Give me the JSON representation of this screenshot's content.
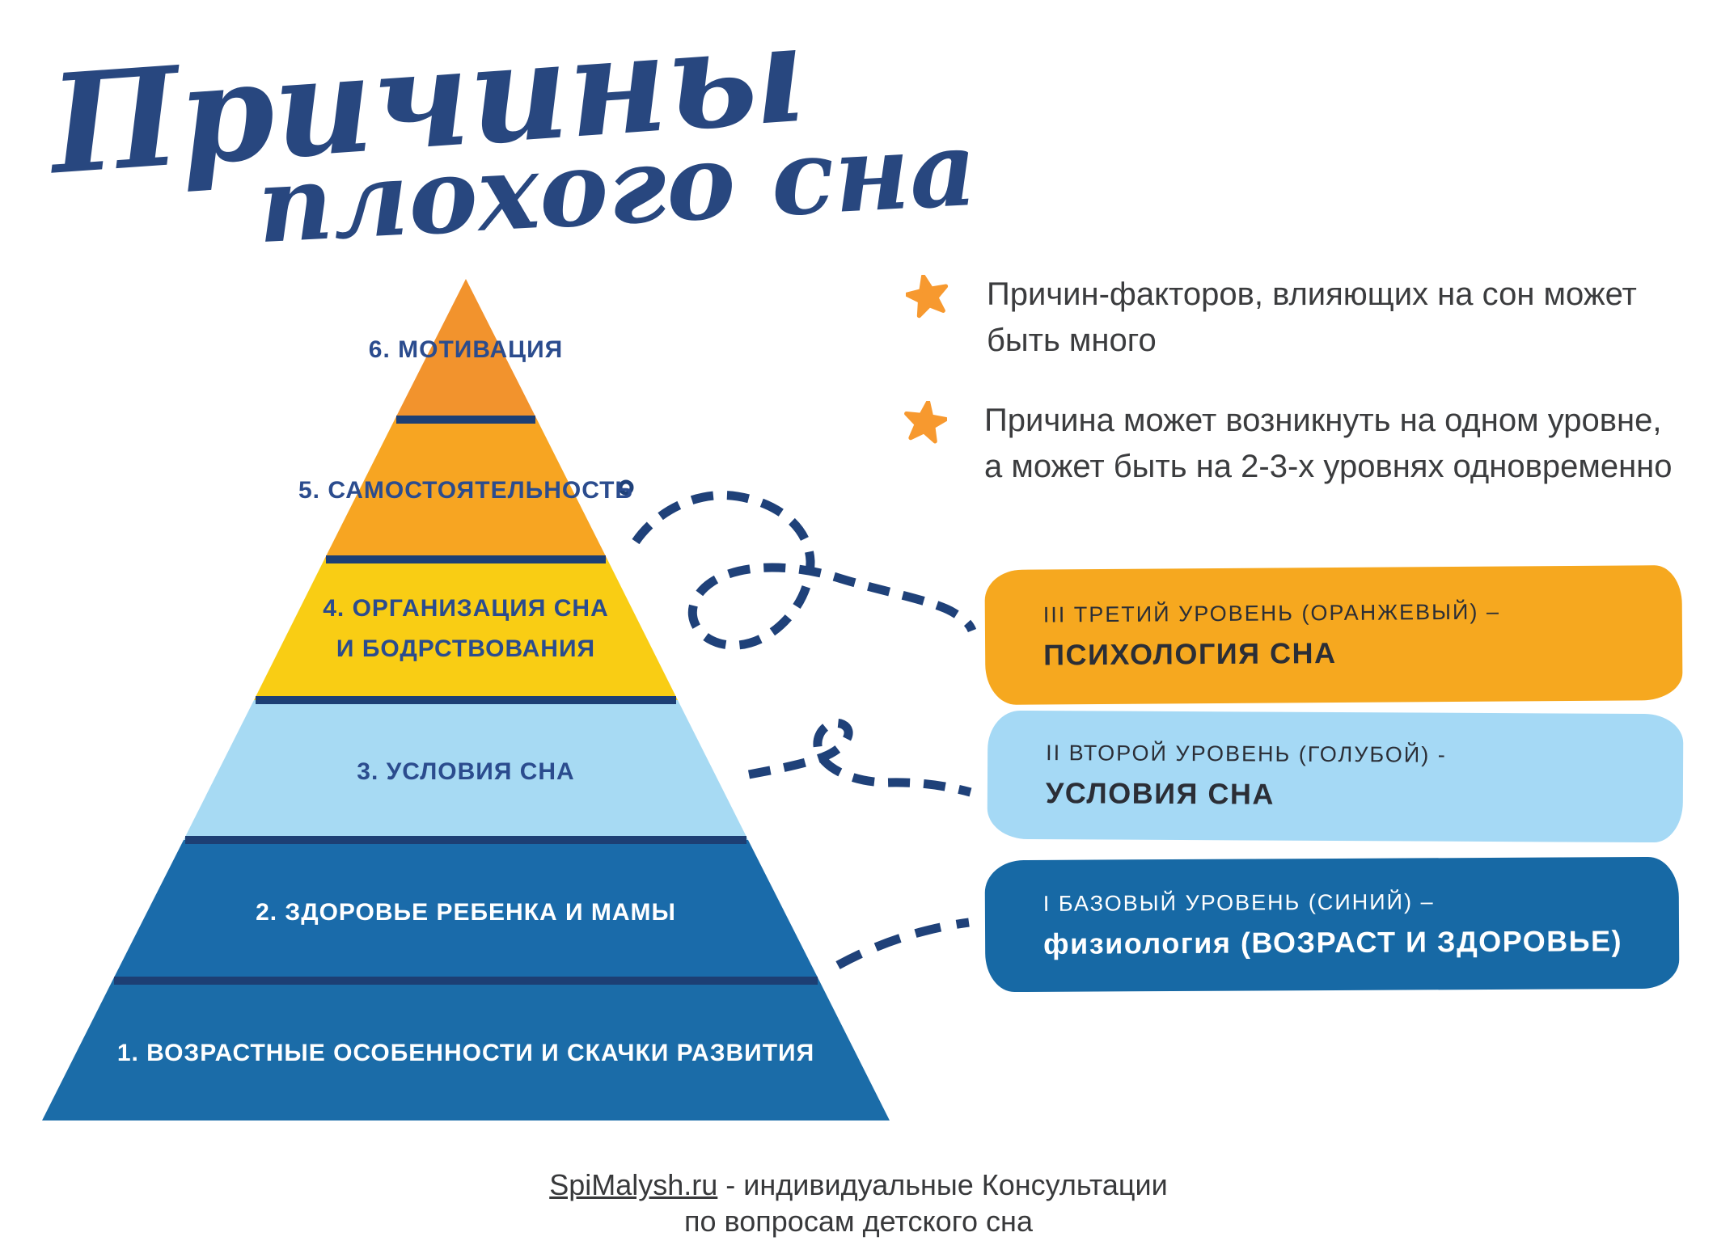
{
  "title": {
    "line1": "Причины",
    "line2": "плохого сна"
  },
  "pyramid": {
    "divider_color": "#1d3f74",
    "levels": [
      {
        "id": "6",
        "color": "#F2932D",
        "text_color": "#2b4c8e",
        "lines": [
          "6. МОТИВАЦИЯ"
        ]
      },
      {
        "id": "5",
        "color": "#F7A522",
        "text_color": "#2b4c8e",
        "lines": [
          "5. САМОСТОЯТЕЛЬНОСТЬ"
        ]
      },
      {
        "id": "4",
        "color": "#F9CD14",
        "text_color": "#2b4c8e",
        "lines": [
          "4. ОРГАНИЗАЦИЯ СНА",
          "И БОДРСТВОВАНИЯ"
        ]
      },
      {
        "id": "3",
        "color": "#A7DAF3",
        "text_color": "#2b4c8e",
        "lines": [
          "3. УСЛОВИЯ СНА"
        ]
      },
      {
        "id": "2",
        "color": "#1A6BAA",
        "text_color": "#ffffff",
        "lines": [
          "2. ЗДОРОВЬЕ РЕБЕНКА И МАМЫ"
        ]
      },
      {
        "id": "1",
        "color": "#1B6CA8",
        "text_color": "#ffffff",
        "lines": [
          "1. ВОЗРАСТНЫЕ ОСОБЕННОСТИ И СКАЧКИ РАЗВИТИЯ"
        ]
      }
    ]
  },
  "notes": [
    {
      "icon": "star-icon",
      "lines": [
        "Причин-факторов, влияющих на сон может",
        "быть много"
      ]
    },
    {
      "icon": "star-icon",
      "lines": [
        "Причина может возникнуть на одном уровне,",
        "а может быть на 2-3-х уровнях одновременно"
      ]
    }
  ],
  "legend": [
    {
      "level_label": "III ТРЕТИЙ УРОВЕНЬ (ОРАНЖЕВЫЙ) –",
      "title": "ПСИХОЛОГИЯ СНА",
      "color": "#F6A81F",
      "text_color": "#2b2e36"
    },
    {
      "level_label": "II ВТОРОЙ УРОВЕНЬ (ГОЛУБОЙ) -",
      "title": "УСЛОВИЯ СНА",
      "color": "#A5D9F5",
      "text_color": "#2b2e36"
    },
    {
      "level_label": "I БАЗОВЫЙ УРОВЕНЬ (СИНИЙ)  –",
      "title": "физиология (ВОЗРАСТ И ЗДОРОВЬЕ)",
      "color": "#1769A5",
      "text_color": "#ffffff"
    }
  ],
  "footer": {
    "link": "SpiMalysh.ru",
    "line1_rest": " - индивидуальные Консультации",
    "line2": "по вопросам детского сна"
  },
  "accent": {
    "star_color": "#F7992F",
    "dash_color": "#1F4179",
    "title_color": "#28477F"
  }
}
